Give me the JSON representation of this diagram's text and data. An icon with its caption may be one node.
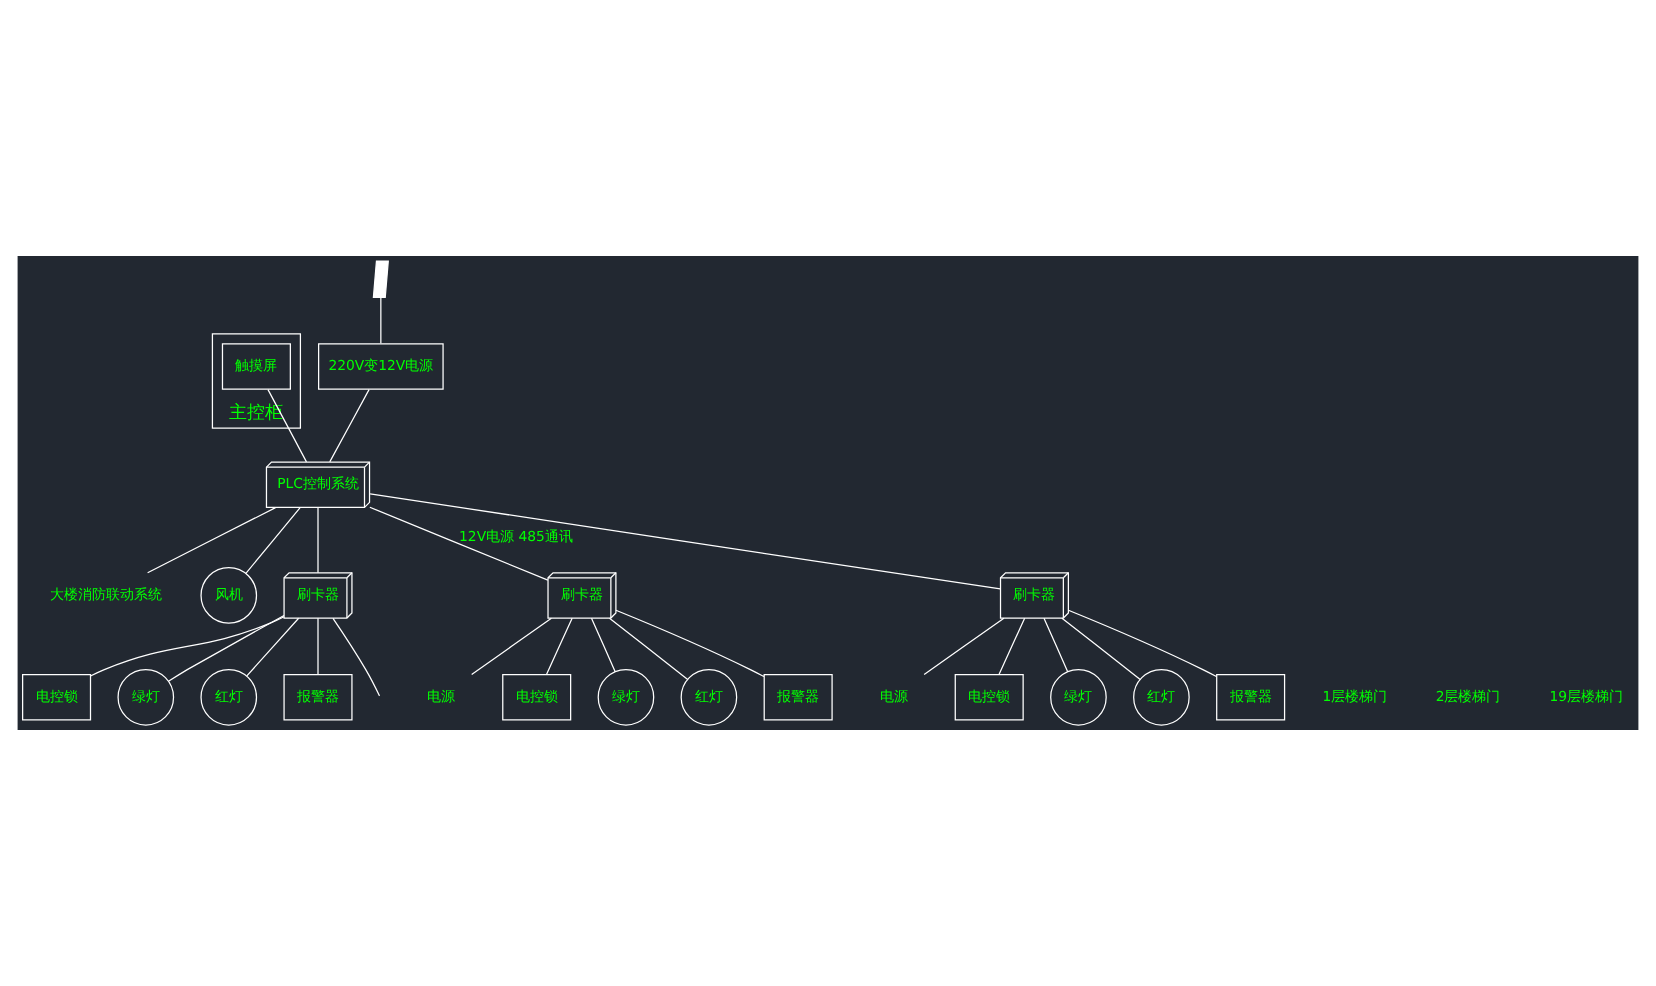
{
  "diagram": {
    "nodes": [
      {
        "text": [
          "主控柜"
        ]
      },
      {
        "text": [
          "触摸屏"
        ],
        "in": 0
      },
      {
        "text": [
          "PLC控制系统"
        ]
      },
      {
        "text": [],
        "shape": "lightning"
      },
      {
        "text": [
          "220V变12V电源"
        ]
      },
      {
        "text": [
          "大楼消防联动系统"
        ]
      },
      {
        "text": [
          "风机"
        ]
      },
      {
        "text": [
          "刷卡器"
        ]
      },
      {
        "text": [
          "电控锁"
        ]
      },
      {
        "text": [
          "绿灯"
        ]
      },
      {
        "text": [
          "红灯"
        ]
      },
      {
        "text": [
          "报警器"
        ]
      },
      {
        "text": [
          "刷卡器"
        ]
      },
      {
        "text": [
          "电源"
        ]
      },
      {
        "text": [
          "电控锁"
        ]
      },
      {
        "text": [
          "绿灯"
        ]
      },
      {
        "text": [
          "红灯"
        ]
      },
      {
        "text": [
          "报警器"
        ]
      },
      {
        "text": [
          "刷卡器"
        ]
      },
      {
        "text": [
          "电源"
        ]
      },
      {
        "text": [
          "电控锁"
        ]
      },
      {
        "text": [
          "绿灯"
        ]
      },
      {
        "text": [
          "红灯"
        ]
      },
      {
        "text": [
          "报警器"
        ]
      }
    ],
    "edges": [
      {
        "from": 1,
        "to": 2,
        "arrow": "none"
      },
      {
        "from": 3,
        "to": 4,
        "arrow": "none"
      },
      {
        "from": 4,
        "to": 2,
        "arrow": "none"
      },
      {
        "from": 2,
        "to": 5,
        "arrow": "none"
      },
      {
        "from": 2,
        "to": 6,
        "arrow": "none"
      },
      {
        "from": 2,
        "to": 7,
        "arrow": "none"
      },
      {
        "from": 2,
        "to": 12,
        "arrow": "none",
        "label": "12V电源 485通讯"
      },
      {
        "from": 2,
        "to": 18,
        "arrow": "none"
      },
      {
        "from": 7,
        "to": null,
        "arrow": "none"
      },
      {
        "from": 7,
        "to": 8,
        "arrow": "none"
      },
      {
        "from": 7,
        "to": 9,
        "arrow": "none"
      },
      {
        "from": 7,
        "to": 10,
        "arrow": "none"
      },
      {
        "from": 7,
        "to": 11,
        "arrow": "none"
      },
      {
        "from": 12,
        "to": 13,
        "arrow": "none"
      },
      {
        "from": 12,
        "to": 14,
        "arrow": "none"
      },
      {
        "from": 12,
        "to": 15,
        "arrow": "none"
      },
      {
        "from": 12,
        "to": 16,
        "arrow": "none"
      },
      {
        "from": 12,
        "to": 17,
        "arrow": "none"
      },
      {
        "from": 18,
        "to": 19,
        "arrow": "none"
      },
      {
        "from": 18,
        "to": 20,
        "arrow": "none"
      },
      {
        "from": 18,
        "to": 21,
        "arrow": "none"
      },
      {
        "from": 18,
        "to": 22,
        "arrow": "none"
      },
      {
        "from": 18,
        "to": 23,
        "arrow": "none"
      }
    ],
    "labels": [
      "1层楼梯门",
      "2层楼梯门",
      "19层楼梯门"
    ]
  }
}
